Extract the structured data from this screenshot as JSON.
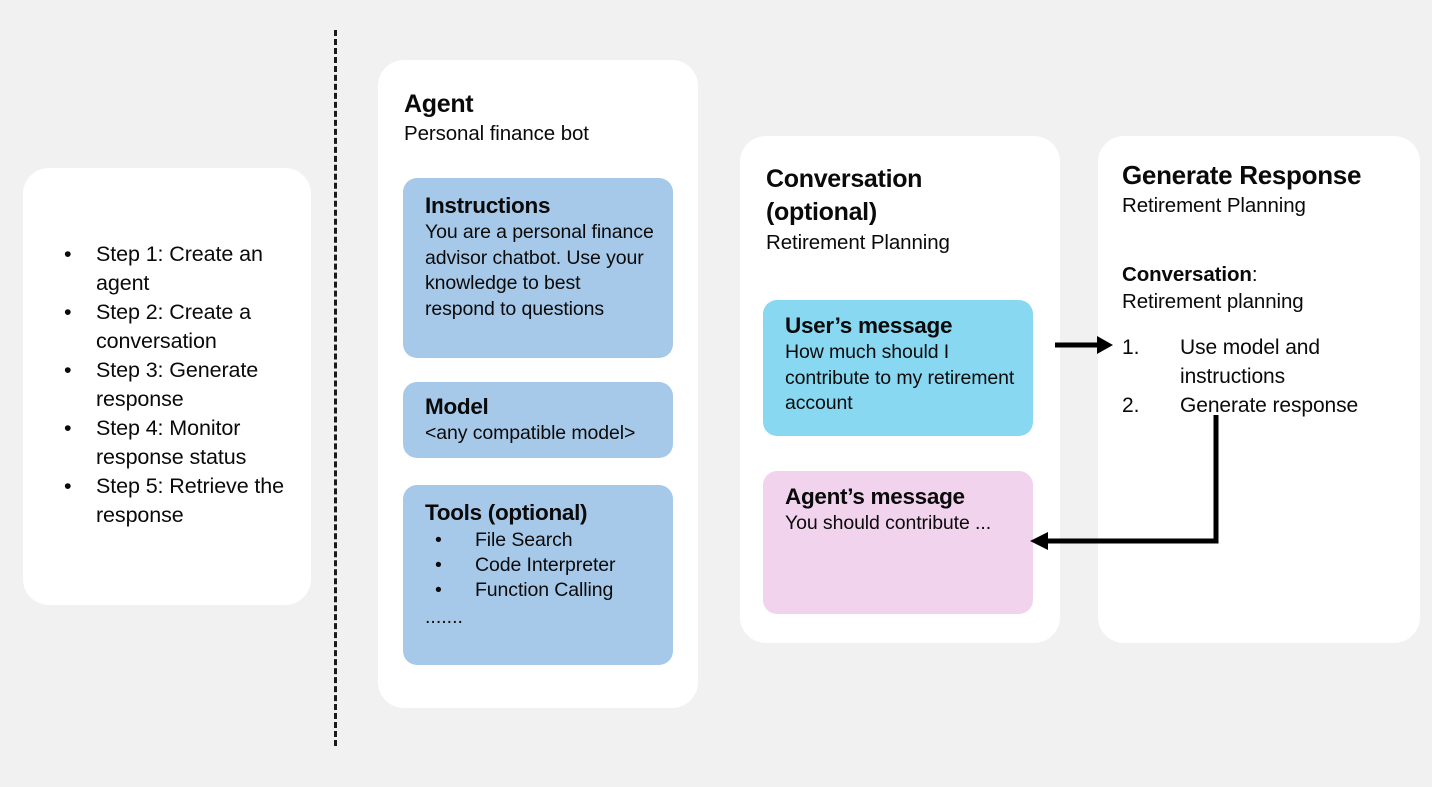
{
  "background_color": "#F1F1F1",
  "steps_panel": {
    "items": [
      "Step 1: Create an agent",
      "Step 2: Create a conversation",
      "Step 3: Generate response",
      "Step 4: Monitor response status",
      "Step 5: Retrieve the response"
    ],
    "bullet": "•"
  },
  "agent_card": {
    "title": "Agent",
    "subtitle": "Personal finance bot",
    "accent_color": "#A7C9E9",
    "instructions": {
      "title": "Instructions",
      "body": "You are a personal finance advisor chatbot. Use your knowledge to best respond to questions"
    },
    "model": {
      "title": "Model",
      "body": "<any compatible model>"
    },
    "tools": {
      "title": "Tools (optional)",
      "items": [
        "File Search",
        "Code Interpreter",
        "Function Calling"
      ],
      "ellipsis": ".......",
      "bullet": "•"
    }
  },
  "conversation_card": {
    "title": "Conversation (optional)",
    "subtitle": "Retirement Planning",
    "user_message": {
      "title": "User’s message",
      "body": "How much should I contribute to my retirement account",
      "color": "#88D8F2"
    },
    "agent_message": {
      "title": "Agent’s message",
      "body": "You should contribute ...",
      "color": "#F2D3EE"
    }
  },
  "generate_card": {
    "title": "Generate Response",
    "subtitle": "Retirement Planning",
    "conversation_label": "Conversation",
    "conversation_separator": ":",
    "conversation_value": "Retirement planning",
    "steps": [
      {
        "num": "1.",
        "text": "Use model and instructions"
      },
      {
        "num": "2.",
        "text": "Generate response"
      }
    ]
  },
  "connectors": {
    "request_arrow": "arrow-right",
    "response_arrow": "arrow-left-elbow",
    "color": "#000000"
  }
}
